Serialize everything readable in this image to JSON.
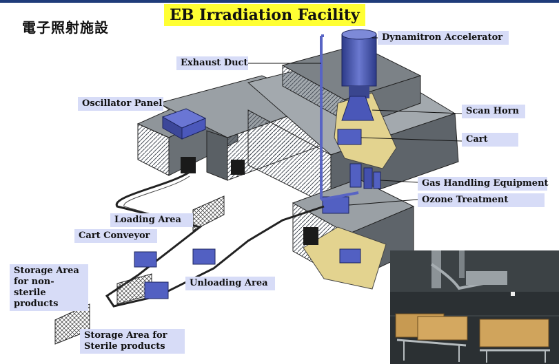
{
  "header": {
    "title": "EB Irradiation Facility",
    "cjk_title": "電子照射施設"
  },
  "labels": {
    "dynamitron_accelerator": "Dynamitron Accelerator",
    "exhaust_duct": "Exhaust Duct",
    "oscillator_panel": "Oscillator Panel",
    "scan_horn": "Scan Horn",
    "cart": "Cart",
    "gas_handling_equipment": "Gas Handling Equipment",
    "ozone_treatment": "Ozone Treatment",
    "loading_area": "Loading Area",
    "cart_conveyor": "Cart Conveyor",
    "storage_nonsterile_line1": "Storage Area",
    "storage_nonsterile_line2": "for non-sterile",
    "storage_nonsterile_line3": "products",
    "unloading_area": "Unloading Area",
    "storage_sterile_line1": "Storage Area for",
    "storage_sterile_line2": "Sterile products"
  },
  "colors": {
    "label_bg": "#d7dcf7",
    "title_bg": "#ffff33",
    "wall_top": "#8e9499",
    "wall_side": "#5f666c",
    "floor": "#e3d38f",
    "equipment": "#4a57b8"
  }
}
